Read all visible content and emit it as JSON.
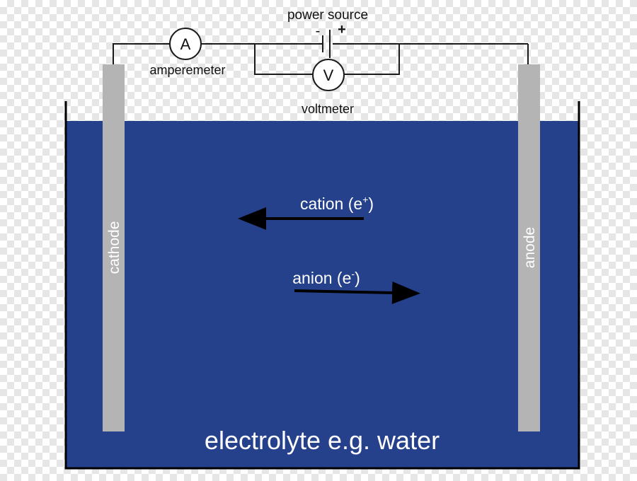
{
  "circuit": {
    "power_source": "power source",
    "minus": "-",
    "plus": "+",
    "amperemeter_symbol": "A",
    "amperemeter": "amperemeter",
    "voltmeter_symbol": "V",
    "voltmeter": "voltmeter"
  },
  "electrodes": {
    "cathode": "cathode",
    "anode": "anode"
  },
  "ions": {
    "cation": "cation (e",
    "cation_sup": "+",
    "anion": "anion (e",
    "anion_sup": "-",
    "close": ")"
  },
  "electrolyte": "electrolyte e.g. water",
  "colors": {
    "electrolyte": "#26418b",
    "electrode": "#b4b4b4",
    "wire": "#1a1a1a",
    "text_light": "#ffffff",
    "text_dark": "#111111"
  }
}
